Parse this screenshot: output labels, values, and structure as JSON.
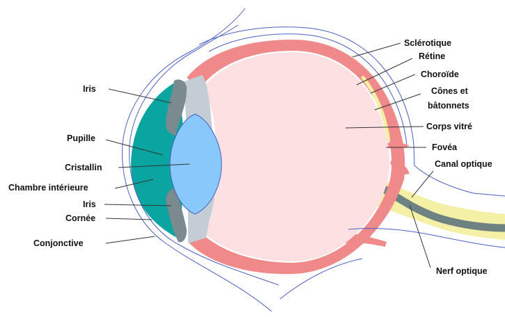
{
  "labels": {
    "sclerotique": "Sclérotique",
    "retine": "Rétine",
    "choroide": "Choroïde",
    "cones_line1": "Cônes et",
    "cones_line2": "bâtonnets",
    "corps_vitre": "Corps vitré",
    "fovea": "Fovéa",
    "canal_optique": "Canal optique",
    "nerf_optique": "Nerf optique",
    "iris_top": "Iris",
    "pupille": "Pupille",
    "cristallin": "Cristallin",
    "chambre_interieure": "Chambre intérieure",
    "iris_bottom": "Iris",
    "cornee": "Cornée",
    "conjonctive": "Conjonctive"
  },
  "colors": {
    "sclera": "#f08a8a",
    "vitreous": "#fde0e2",
    "cornea": "#0aa5a0",
    "lens": "#88c8fa",
    "ciliary": "#c4cdd6",
    "iris": "#7a8a8e",
    "retina_yellow": "#f4f0a6",
    "nerve_gray": "#6f8282",
    "outline_blue": "#4a5fc1"
  }
}
